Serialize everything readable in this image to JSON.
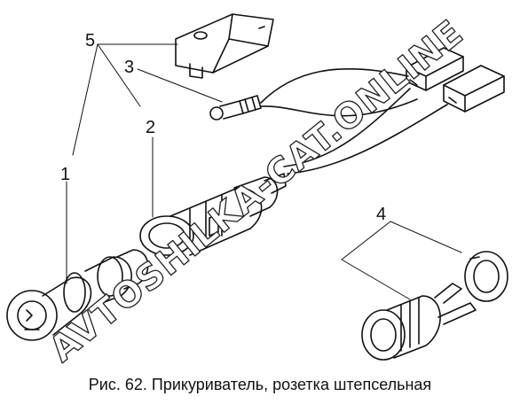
{
  "figure": {
    "caption": "Рис. 62. Прикуриватель, розетка штепсельная",
    "callouts": [
      "1",
      "2",
      "3",
      "4",
      "5"
    ],
    "watermark": "AVTOSHILKA-CAT.ONLINE"
  }
}
